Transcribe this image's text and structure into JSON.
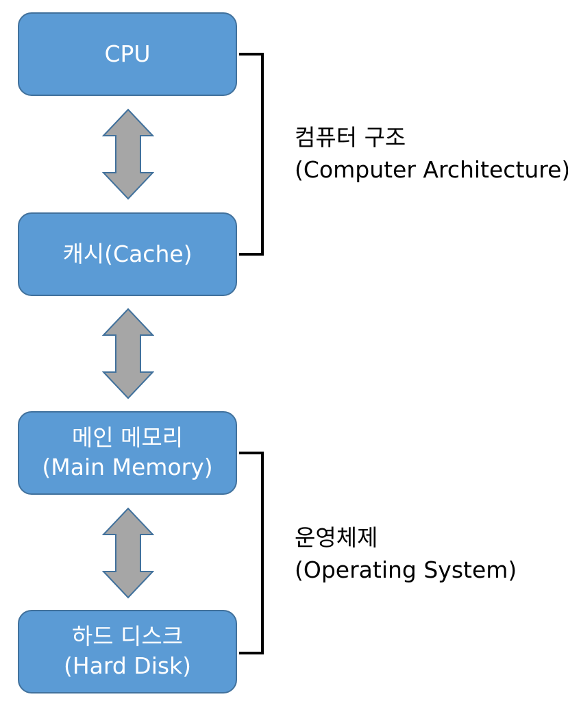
{
  "layers": [
    {
      "id": "cpu",
      "lines": [
        "CPU"
      ]
    },
    {
      "id": "cache",
      "lines": [
        "캐시(Cache)"
      ]
    },
    {
      "id": "memory",
      "lines": [
        "메인 메모리",
        "(Main Memory)"
      ]
    },
    {
      "id": "disk",
      "lines": [
        "하드 디스크",
        "(Hard Disk)"
      ]
    }
  ],
  "groups": [
    {
      "id": "architecture",
      "title": "컴퓨터 구조",
      "subtitle": "(Computer Architecture)",
      "spans": [
        "cpu",
        "cache"
      ]
    },
    {
      "id": "os",
      "title": "운영체제",
      "subtitle": "(Operating System)",
      "spans": [
        "memory",
        "disk"
      ]
    }
  ],
  "colors": {
    "box_fill": "#5b9bd5",
    "box_border": "#41719c",
    "box_text": "#ffffff",
    "arrow_fill": "#a6a6a6",
    "arrow_border": "#41719c",
    "bracket": "#000000"
  }
}
